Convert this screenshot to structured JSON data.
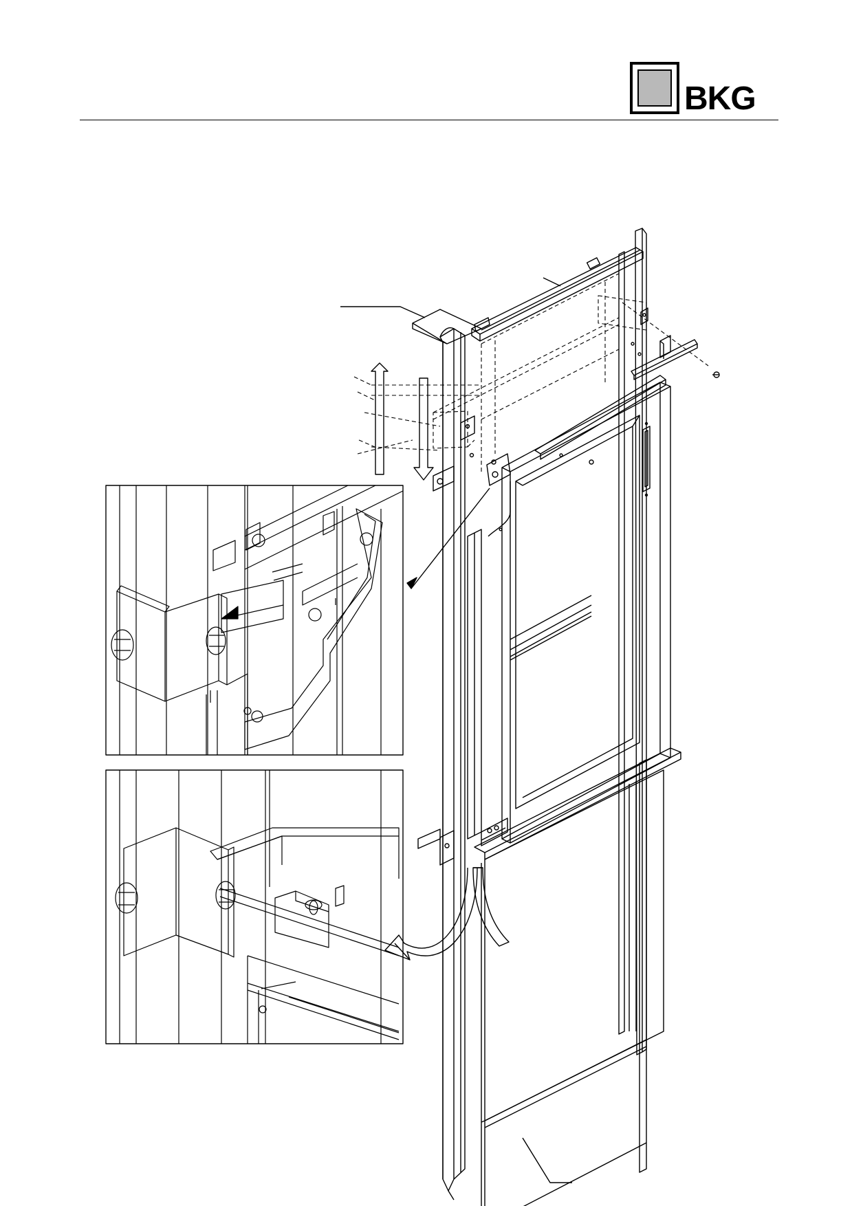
{
  "header": {
    "logo_text": "BKG",
    "logo_fill_color": "#b9b9b9"
  },
  "figure": {
    "icons": [
      "elevator-door-frame-exploded-view",
      "bracket-detail-top",
      "bracket-detail-bottom"
    ]
  }
}
